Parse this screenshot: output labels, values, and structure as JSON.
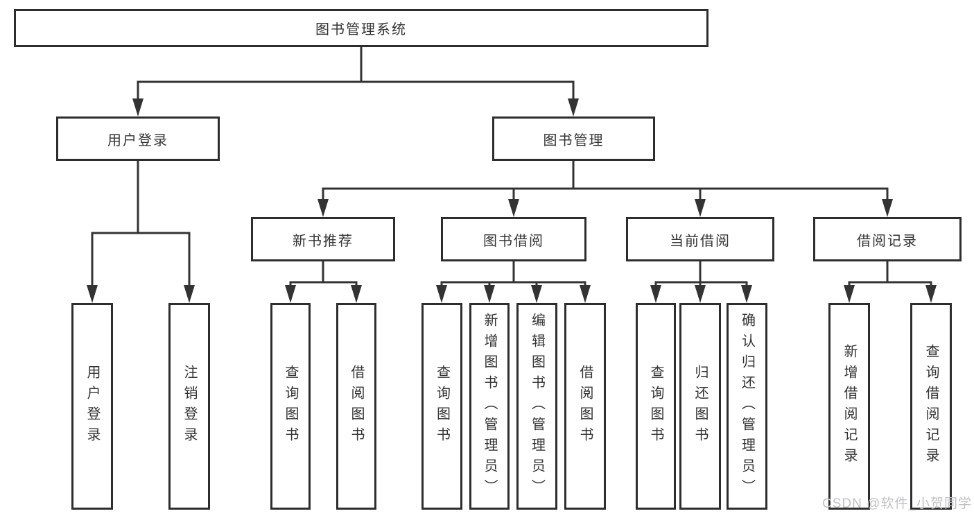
{
  "diagram": {
    "root": {
      "label": "图书管理系统"
    },
    "branches": [
      {
        "label": "用户登录",
        "children": [
          {
            "label": "用户登录"
          },
          {
            "label": "注销登录"
          }
        ]
      },
      {
        "label": "图书管理",
        "children": [
          {
            "label": "新书推荐",
            "children": [
              {
                "label": "查询图书"
              },
              {
                "label": "借阅图书"
              }
            ]
          },
          {
            "label": "图书借阅",
            "children": [
              {
                "label": "查询图书"
              },
              {
                "label": "新增图书（管理员）"
              },
              {
                "label": "编辑图书（管理员）"
              },
              {
                "label": "借阅图书"
              }
            ]
          },
          {
            "label": "当前借阅",
            "children": [
              {
                "label": "查询图书"
              },
              {
                "label": "归还图书"
              },
              {
                "label": "确认归还（管理员）"
              }
            ]
          },
          {
            "label": "借阅记录",
            "children": [
              {
                "label": "新增借阅记录"
              },
              {
                "label": "查询借阅记录"
              }
            ]
          }
        ]
      }
    ],
    "watermark": "CSDN @软件_小贺同学",
    "colors": {
      "line": "#333333",
      "box_border": "#2d2d2d",
      "text": "#333333",
      "watermark": "#c1c1c4",
      "background": "#ffffff"
    }
  }
}
